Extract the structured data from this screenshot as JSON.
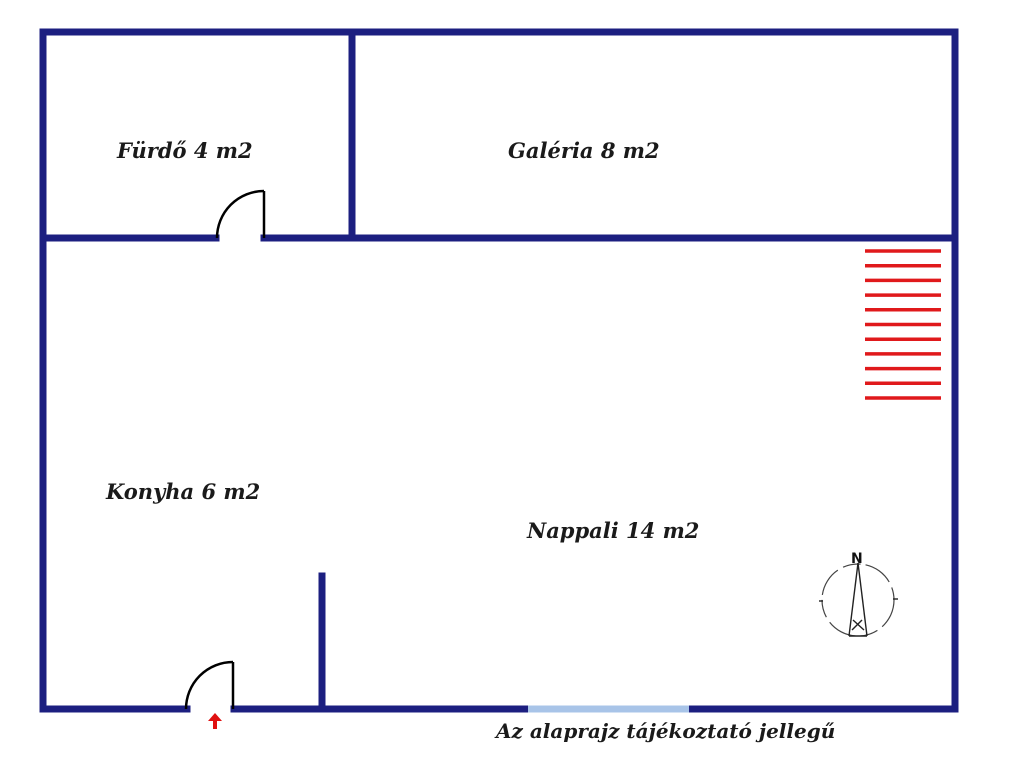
{
  "rooms": {
    "bath": "Fürdő 4 m2",
    "gallery": "Galéria 8 m2",
    "kitchen": "Konyha 6 m2",
    "living": "Nappali 14 m2"
  },
  "note": "Az alaprajz tájékoztató jellegű",
  "compass": {
    "north_letter": "N"
  },
  "colors": {
    "wall": "#1c1f80",
    "stairs": "#e0191b",
    "window": "#a8c4e8",
    "entrance_arrow": "#e01010",
    "door": "#000000"
  }
}
